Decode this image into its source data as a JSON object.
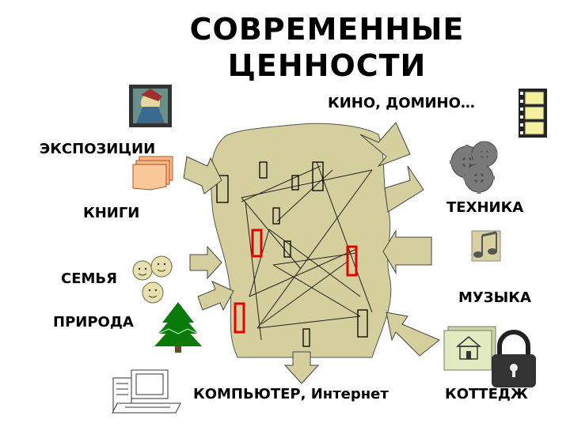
{
  "title": {
    "line1": "СОВРЕМЕННЫЕ",
    "line2": "ЦЕННОСТИ"
  },
  "labels": {
    "kino": "КИНО, ДОМИНО…",
    "ekspozicii": "ЭКСПОЗИЦИИ",
    "tehnika": "ТЕХНИКА",
    "knigi": "КНИГИ",
    "semya": "СЕМЬЯ",
    "muzyka": "МУЗЫКА",
    "priroda": "ПРИРОДА",
    "computer": "КОМПЬЮТЕР, Интернет",
    "kottedzh": "КОТТЕДЖ"
  },
  "colors": {
    "blob": "#d4cf9c",
    "highlight": "#e30000",
    "tree": "#0a7a0a"
  },
  "icons": [
    "painting-icon",
    "film-strip-icon",
    "gears-icon",
    "papers-icon",
    "smiley-faces-icon",
    "music-notes-icon",
    "tree-icon",
    "house-card-icon",
    "padlock-icon",
    "computer-icon"
  ]
}
